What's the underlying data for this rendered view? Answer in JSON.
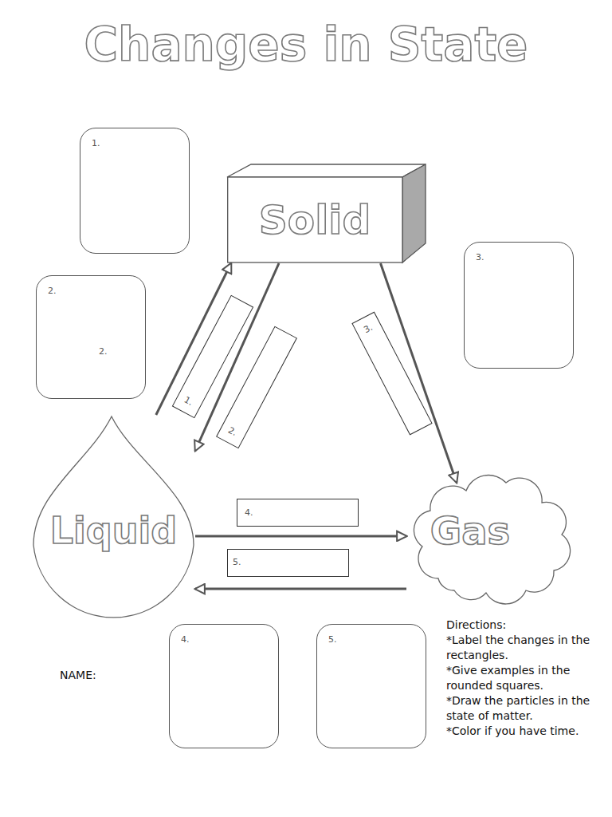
{
  "diagram": {
    "title": "Changes in State",
    "nodes": [
      {
        "text": [
          "Solid"
        ]
      },
      {
        "text": [
          "1."
        ]
      },
      {
        "text": [
          "3."
        ]
      },
      {
        "text": [
          "2.",
          "2."
        ]
      },
      {
        "text": [
          "1."
        ]
      },
      {
        "text": [
          "2."
        ]
      },
      {
        "text": [
          "3."
        ]
      },
      {
        "text": [
          "Liquid"
        ]
      },
      {
        "text": [
          "4."
        ]
      },
      {
        "text": [
          "Gas"
        ]
      },
      {
        "text": [
          "5."
        ]
      },
      {
        "text": [
          "4."
        ]
      },
      {
        "text": [
          "5."
        ]
      }
    ],
    "edges": [
      {
        "from": 7,
        "to": 0,
        "arrow": "to"
      },
      {
        "from": 0,
        "to": 7,
        "arrow": "to"
      },
      {
        "from": 0,
        "to": 9,
        "arrow": "to"
      },
      {
        "from": 7,
        "to": 9,
        "arrow": "to"
      },
      {
        "from": 9,
        "to": 7,
        "arrow": "to"
      }
    ],
    "labels": [
      "NAME:",
      "Directions:",
      "*Label the changes in the rectangles.",
      "*Give examples in the rounded squares.",
      "*Draw the particles in the state of matter.",
      "*Color if you have time."
    ]
  }
}
